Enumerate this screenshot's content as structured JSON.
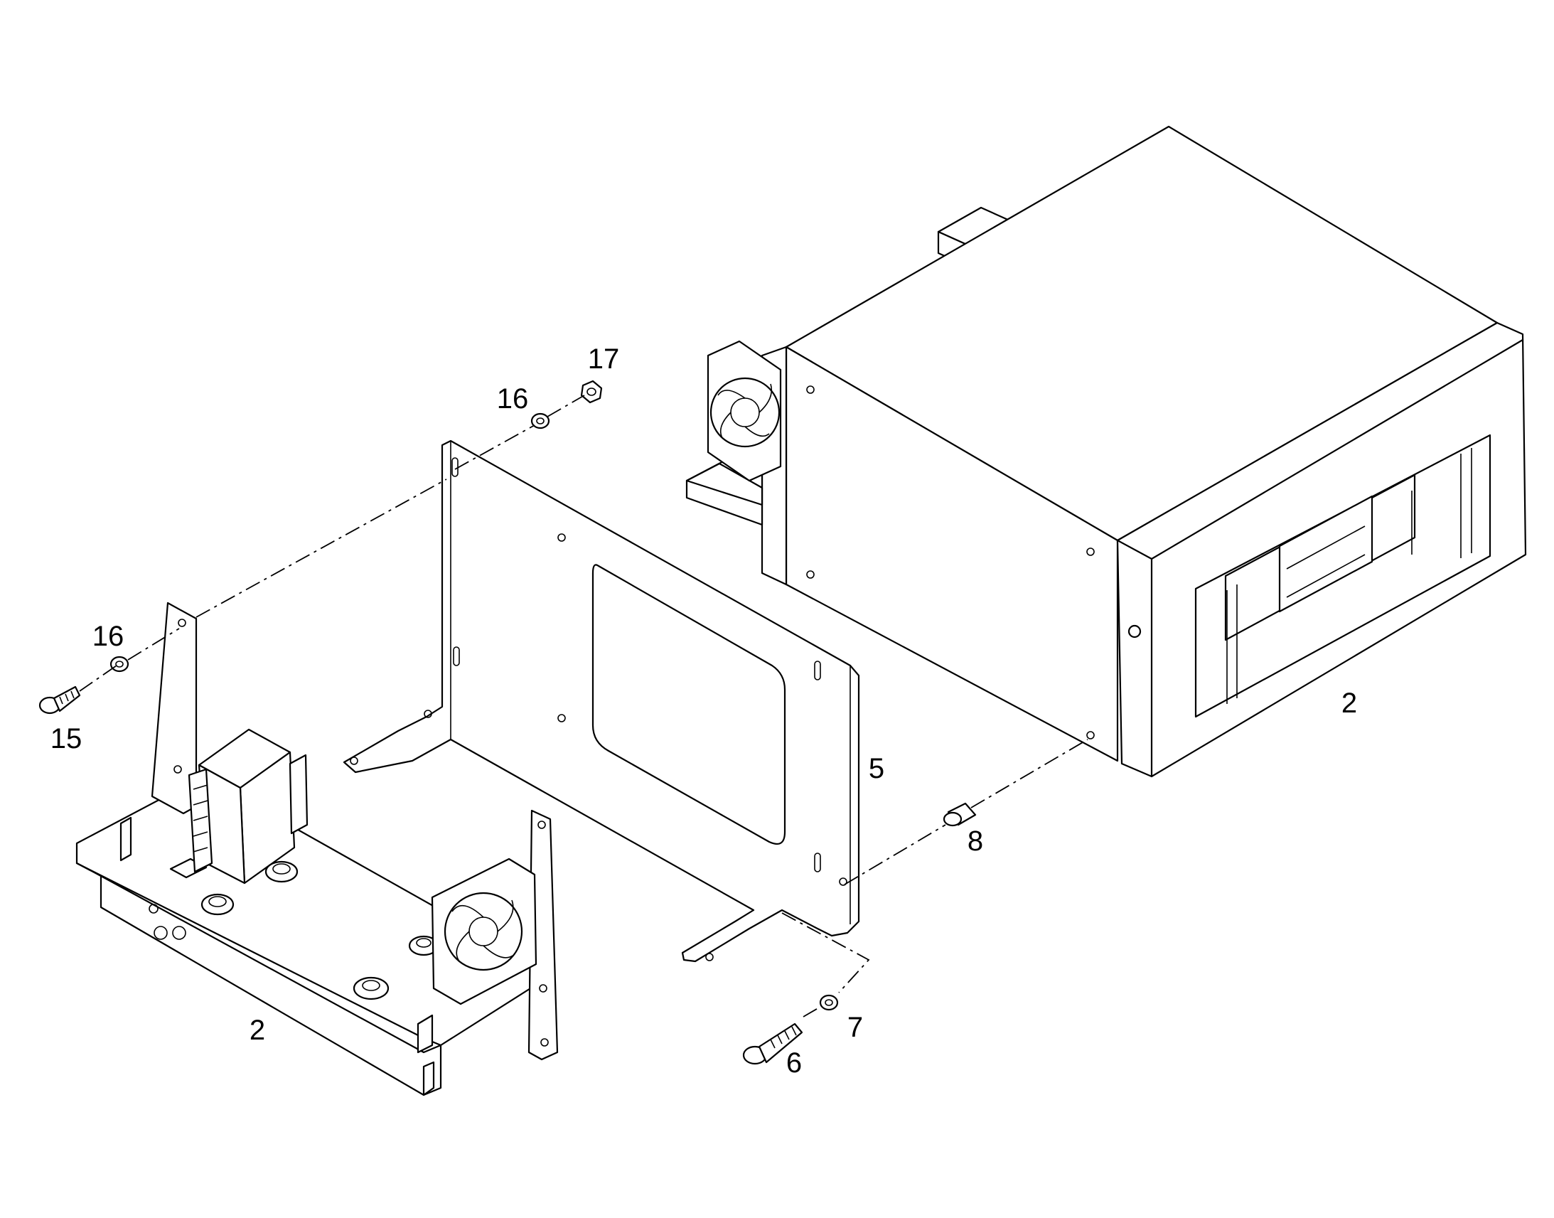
{
  "callouts": {
    "c2_top": "2",
    "c5": "5",
    "c8": "8",
    "c7": "7",
    "c6": "6",
    "c2_bottom": "2",
    "c15": "15",
    "c16_left": "16",
    "c16_top": "16",
    "c17": "17"
  },
  "icons": [
    "fan-icon",
    "screw-icon",
    "washer-icon",
    "nut-icon",
    "spacer-icon",
    "transformer-icon"
  ],
  "colors": {
    "line": "#000000",
    "background": "#ffffff"
  }
}
